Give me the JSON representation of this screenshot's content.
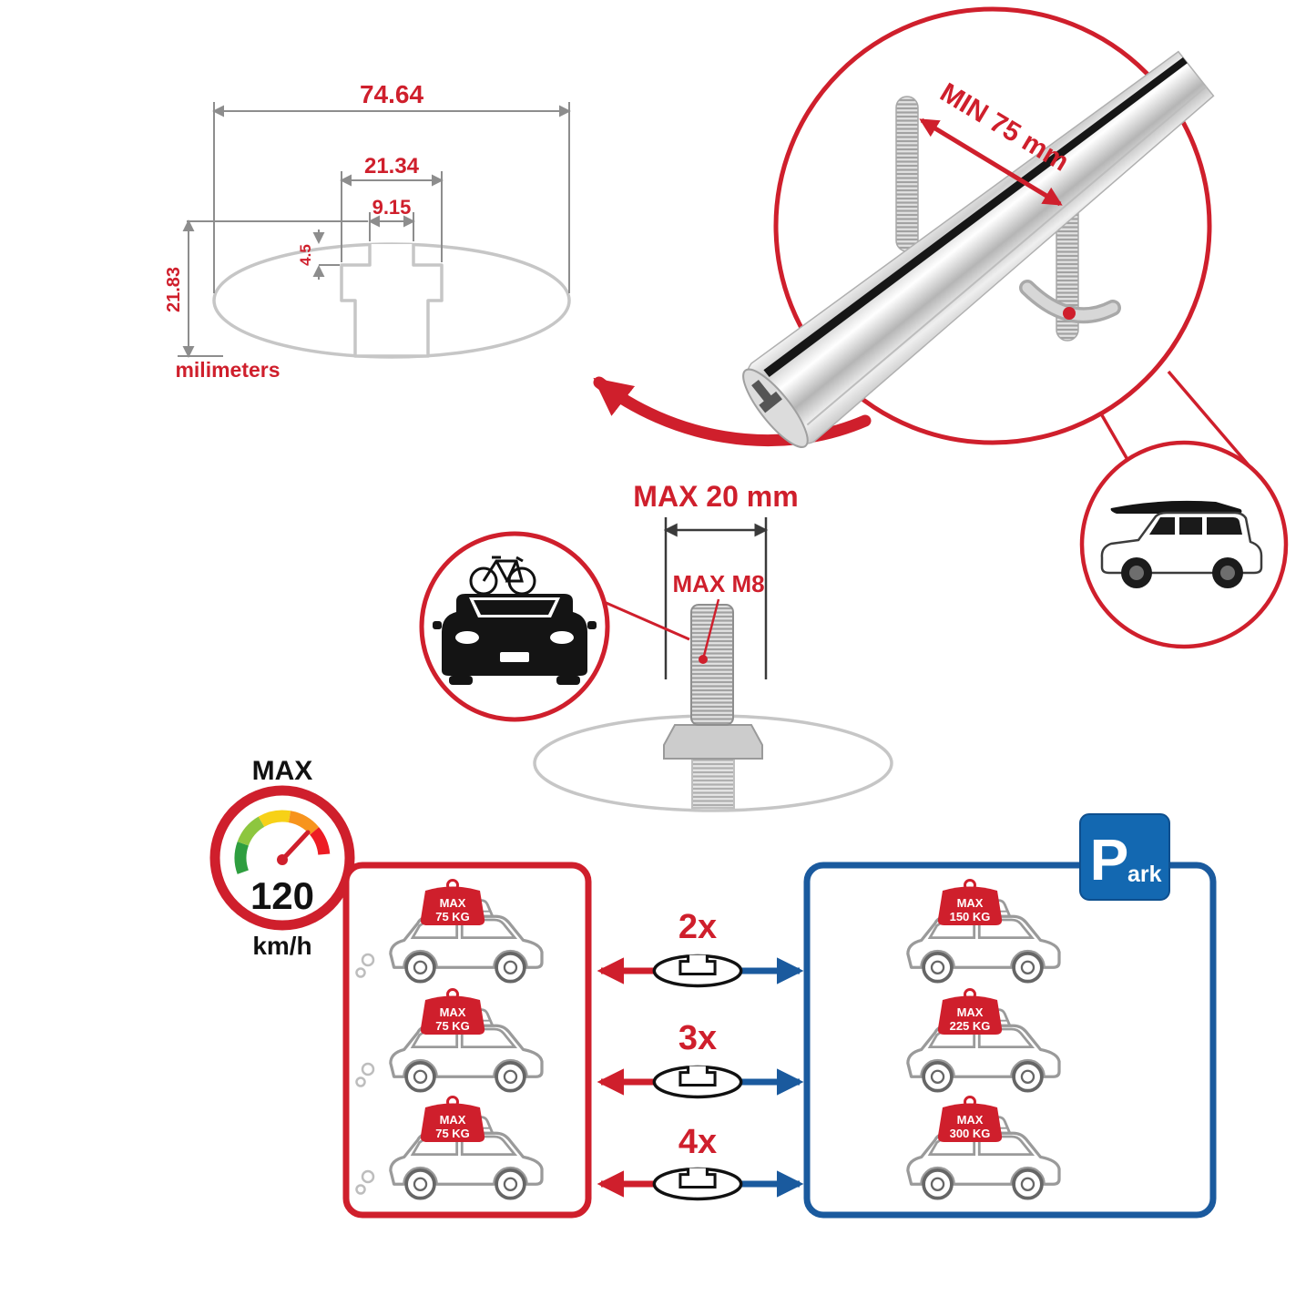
{
  "colors": {
    "accent_red": "#cf1f2c",
    "accent_blue": "#1a5a9e",
    "sign_blue": "#1368b1",
    "drawing_gray": "#c6c6c6",
    "dim_gray": "#8d8d8d"
  },
  "cross_section_dimensions": {
    "total_width": "74.64",
    "channel_width": "21.34",
    "slot_width": "9.15",
    "slot_depth": "4.5",
    "total_height": "21.83",
    "unit": "milimeters"
  },
  "bar_detail": {
    "clamp_min_label": "MIN 75 mm"
  },
  "bolt_detail": {
    "max_length_label": "MAX 20 mm",
    "max_thread_label": "MAX M8"
  },
  "speed_limit": {
    "title": "MAX",
    "value": "120",
    "unit": "km/h"
  },
  "park_sign": {
    "letter": "P",
    "suffix": "ark"
  },
  "driving_panel": {
    "cars": [
      {
        "badge_title": "MAX",
        "badge_weight": "75 KG"
      },
      {
        "badge_title": "MAX",
        "badge_weight": "75 KG"
      },
      {
        "badge_title": "MAX",
        "badge_weight": "75 KG"
      }
    ]
  },
  "parked_panel": {
    "cars": [
      {
        "badge_title": "MAX",
        "badge_weight": "150 KG"
      },
      {
        "badge_title": "MAX",
        "badge_weight": "225 KG"
      },
      {
        "badge_title": "MAX",
        "badge_weight": "300 KG"
      }
    ]
  },
  "bar_count_options": [
    {
      "label": "2x"
    },
    {
      "label": "3x"
    },
    {
      "label": "4x"
    }
  ]
}
